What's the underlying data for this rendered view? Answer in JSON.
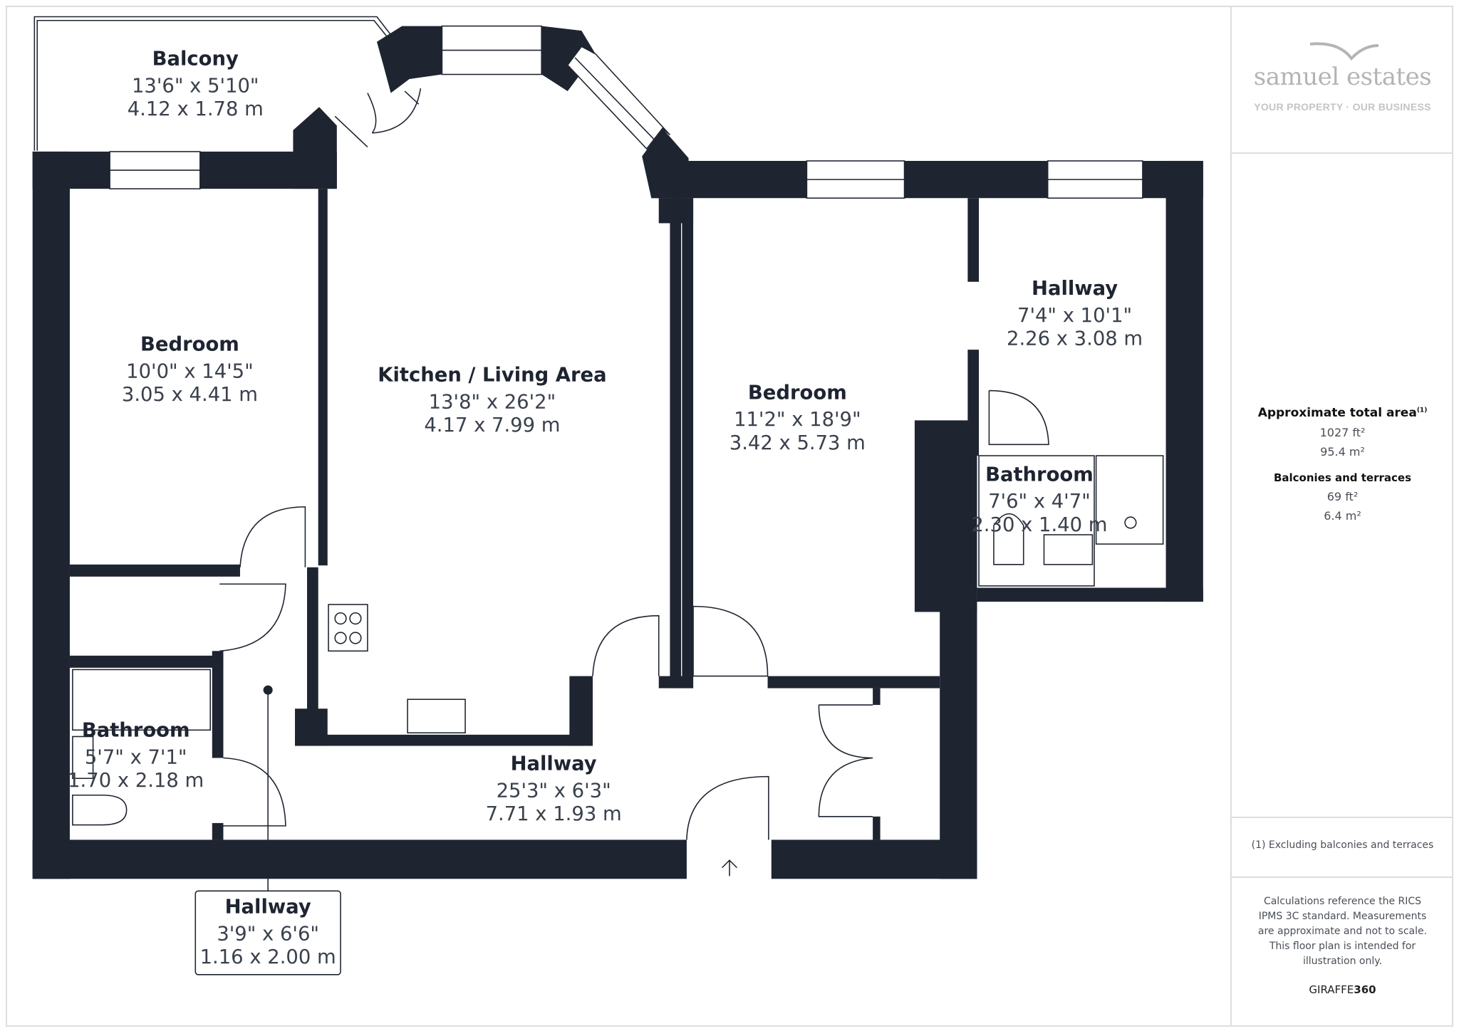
{
  "rooms": {
    "balcony": {
      "name": "Balcony",
      "imperial": "13'6\" x 5'10\"",
      "metric": "4.12 x 1.78 m"
    },
    "bedroom1": {
      "name": "Bedroom",
      "imperial": "10'0\" x 14'5\"",
      "metric": "3.05 x 4.41 m"
    },
    "kitchen": {
      "name": "Kitchen / Living Area",
      "imperial": "13'8\" x 26'2\"",
      "metric": "4.17 x 7.99 m"
    },
    "bedroom2": {
      "name": "Bedroom",
      "imperial": "11'2\" x 18'9\"",
      "metric": "3.42 x 5.73 m"
    },
    "hallway_right": {
      "name": "Hallway",
      "imperial": "7'4\" x 10'1\"",
      "metric": "2.26 x 3.08 m"
    },
    "bathroom_right": {
      "name": "Bathroom",
      "imperial": "7'6\" x 4'7\"",
      "metric": "2.30 x 1.40 m"
    },
    "bathroom_left": {
      "name": "Bathroom",
      "imperial": "5'7\" x 7'1\"",
      "metric": "1.70 x 2.18 m"
    },
    "hallway_main": {
      "name": "Hallway",
      "imperial": "25'3\" x 6'3\"",
      "metric": "7.71 x 1.93 m"
    },
    "hallway_small": {
      "name": "Hallway",
      "imperial": "3'9\" x 6'6\"",
      "metric": "1.16 x 2.00 m"
    }
  },
  "sidebar": {
    "logo_name": "samuel estates",
    "logo_tagline": "YOUR PROPERTY · OUR BUSINESS",
    "total_area_label": "Approximate total area",
    "total_area_note": "(1)",
    "total_ft": "1027 ft²",
    "total_m": "95.4 m²",
    "balconies_label": "Balconies and terraces",
    "balconies_ft": "69 ft²",
    "balconies_m": "6.4 m²",
    "footnote": "(1) Excluding balconies and terraces",
    "disclaimer": "Calculations reference the RICS IPMS 3C standard. Measurements are approximate and not to scale. This floor plan is intended for illustration only.",
    "brand_a": "GIRAFFE",
    "brand_b": "360"
  },
  "colors": {
    "wall": "#1e2430",
    "logo": "#b4b4b8"
  }
}
